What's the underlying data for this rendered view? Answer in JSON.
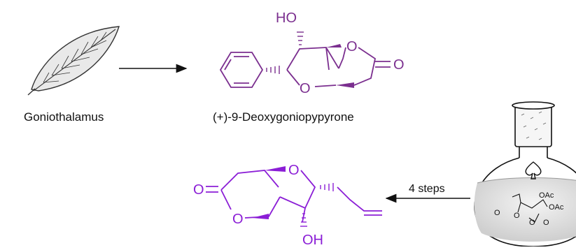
{
  "labels": {
    "plant_name": "Goniothalamus",
    "compound_name": "(+)-9-Deoxygoniopypyrone",
    "reaction_steps": "4 steps"
  },
  "atoms": {
    "top_ho": "HO",
    "top_ring_o": "O",
    "top_ring_o2": "O",
    "top_carbonyl_o": "O",
    "bottom_ring_o": "O",
    "bottom_ring_o2": "O",
    "bottom_carbonyl_o": "O",
    "bottom_oh": "OH"
  },
  "flask_labels": {
    "oac_1": "OAc",
    "oac_2": "OAc",
    "o_left": "O",
    "o_mid": "O",
    "o_ketal_1": "O",
    "o_ketal_2": "O"
  },
  "colors": {
    "product_top": "#7b2f8f",
    "product_bottom": "#8b1ed6",
    "ink": "#111111"
  }
}
